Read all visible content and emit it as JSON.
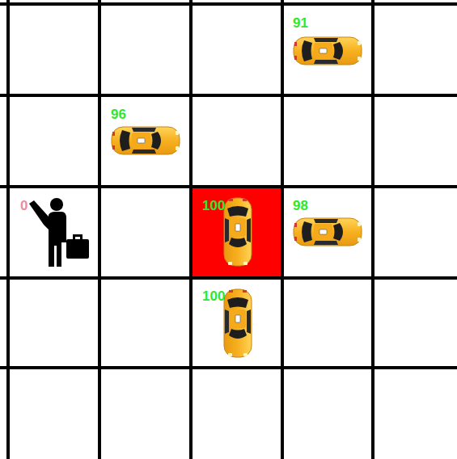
{
  "diagram": {
    "labels": [
      "91",
      "96",
      "0",
      "100",
      "98",
      "100"
    ]
  }
}
